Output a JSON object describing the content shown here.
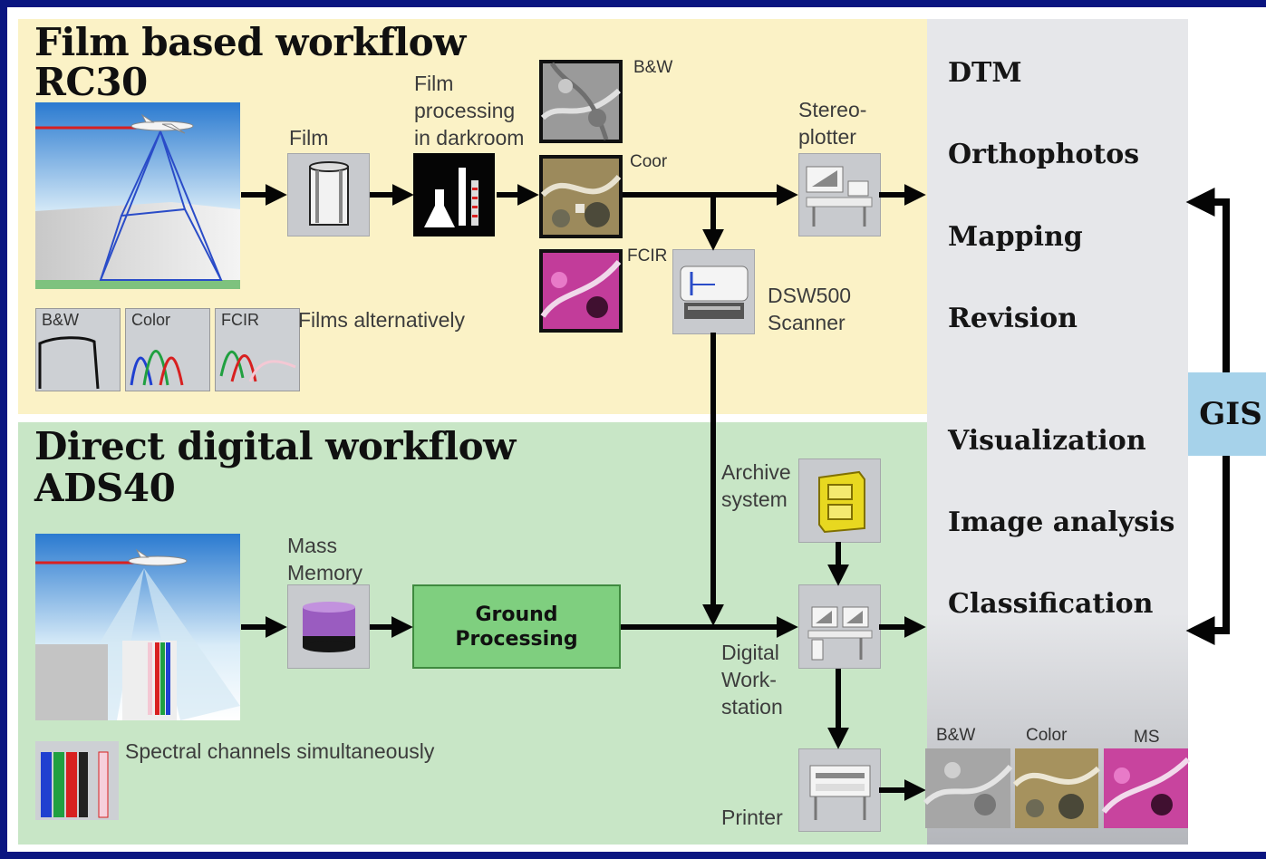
{
  "film": {
    "title_line1": "Film based workflow",
    "title_line2": "RC30",
    "film_label": "Film",
    "processing_label": [
      "Film",
      "processing",
      "in darkroom"
    ],
    "bw_label": "B&W",
    "color_label": "Coor",
    "fcir_label": "FCIR",
    "stereo_label": [
      "Stereo-",
      "plotter"
    ],
    "scanner_label": [
      "DSW500",
      "Scanner"
    ],
    "films_alt": "Films alternatively",
    "spectra": [
      "B&W",
      "Color",
      "FCIR"
    ]
  },
  "digital": {
    "title_line1": "Direct digital workflow",
    "title_line2": "ADS40",
    "mass_memory": [
      "Mass",
      "Memory"
    ],
    "ground_processing": [
      "Ground",
      "Processing"
    ],
    "archive": [
      "Archive",
      "system"
    ],
    "workstation": [
      "Digital",
      "Work-",
      "station"
    ],
    "printer": "Printer",
    "spectral": "Spectral channels simultaneously"
  },
  "outputs": [
    "DTM",
    "Orthophotos",
    "Mapping",
    "Revision",
    "Visualization",
    "Image analysis",
    "Classification"
  ],
  "gis": "GIS",
  "thumbs": [
    "B&W",
    "Color",
    "MS"
  ],
  "colors": {
    "frame": "#0a1580",
    "film_panel": "#fbf2c6",
    "digital_panel": "#c8e6c6",
    "ground": "#7fcf7f",
    "gis": "#a6d2ea"
  }
}
